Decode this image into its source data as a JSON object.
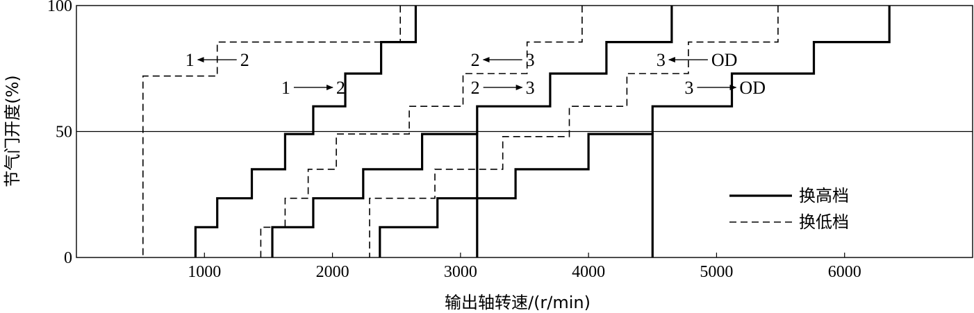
{
  "chart_data": {
    "type": "line",
    "xlabel": "输出轴转速/(r/min)",
    "ylabel": "节气门开度(%)",
    "xlim": [
      0,
      7000
    ],
    "ylim": [
      0,
      100
    ],
    "xticks": [
      1000,
      2000,
      3000,
      4000,
      5000,
      6000
    ],
    "yticks": [
      0,
      50,
      100
    ],
    "hline": 50,
    "grid": false,
    "legend": {
      "position": "bottom-right",
      "entries": [
        {
          "label": "换高档",
          "style": "solid"
        },
        {
          "label": "换低档",
          "style": "dashed"
        }
      ]
    },
    "series": [
      {
        "name": "换高档",
        "style": "solid",
        "group": "1→2",
        "x": [
          2650,
          2650,
          2380,
          2380,
          2100,
          2100,
          1850,
          1850,
          1630,
          1630,
          1370,
          1370,
          1100,
          1100,
          930,
          930
        ],
        "y": [
          100,
          85.5,
          85.5,
          73,
          73,
          60,
          60,
          49,
          49,
          35,
          35,
          23.5,
          23.5,
          12,
          12,
          0
        ]
      },
      {
        "name": "换高档",
        "style": "solid",
        "group": "2→3",
        "x": [
          3130,
          3130,
          3130,
          2700,
          2700,
          2240,
          2240,
          1850,
          1850,
          1530,
          1530
        ],
        "y": [
          0,
          49,
          49,
          49,
          35,
          35,
          23.5,
          23.5,
          12,
          12,
          0
        ]
      },
      {
        "name": "换高档",
        "style": "solid",
        "group": "2→3",
        "x": [
          4650,
          4650,
          4140,
          4140,
          3700,
          3700,
          3130,
          3130
        ],
        "y": [
          100,
          85.5,
          85.5,
          73,
          73,
          60,
          60,
          49
        ]
      },
      {
        "name": "换高档",
        "style": "solid",
        "group": "3→OD",
        "x": [
          4500,
          4500,
          4000,
          4000,
          3430,
          3430,
          2820,
          2820,
          2370,
          2370
        ],
        "y": [
          0,
          49,
          49,
          35,
          35,
          23.5,
          23.5,
          12,
          12,
          0
        ]
      },
      {
        "name": "换高档",
        "style": "solid",
        "group": "3→OD",
        "x": [
          6350,
          6350,
          5760,
          5760,
          5120,
          5120,
          4500,
          4500
        ],
        "y": [
          100,
          85.5,
          85.5,
          73,
          73,
          60,
          60,
          49
        ]
      },
      {
        "name": "换低档",
        "style": "dashed",
        "group": "2→1",
        "x": [
          2530,
          2530,
          1100,
          1100,
          520,
          520
        ],
        "y": [
          100,
          85.5,
          85.5,
          72,
          72,
          0
        ]
      },
      {
        "name": "换低档",
        "style": "dashed",
        "group": "3→2",
        "x": [
          3950,
          3950,
          3520,
          3520,
          3020,
          3020,
          2600,
          2600,
          2030,
          2030,
          1810,
          1810,
          1630,
          1630,
          1440,
          1440
        ],
        "y": [
          100,
          85.5,
          85.5,
          73,
          73,
          60,
          60,
          49,
          49,
          35,
          35,
          23.5,
          23.5,
          12,
          12,
          0
        ]
      },
      {
        "name": "换低档",
        "style": "dashed",
        "group": "OD→3",
        "x": [
          5480,
          5480,
          4780,
          4780,
          4300,
          4300,
          3850,
          3850,
          3330,
          3330,
          2800,
          2800,
          2290,
          2290
        ],
        "y": [
          100,
          85.5,
          85.5,
          73,
          73,
          60,
          60,
          48,
          48,
          35,
          35,
          23.5,
          23.5,
          0
        ]
      }
    ],
    "annotations": [
      {
        "from": "1",
        "to": "2",
        "direction": "left",
        "x": 1100,
        "y": 78.5
      },
      {
        "from": "1",
        "to": "2",
        "direction": "right",
        "x": 1850,
        "y": 67.5
      },
      {
        "from": "2",
        "to": "3",
        "direction": "left",
        "x": 3330,
        "y": 78.5
      },
      {
        "from": "2",
        "to": "3",
        "direction": "right",
        "x": 3330,
        "y": 67.5
      },
      {
        "from": "3",
        "to": "OD",
        "direction": "left",
        "x": 4780,
        "y": 78.5
      },
      {
        "from": "3",
        "to": "OD",
        "direction": "right",
        "x": 5000,
        "y": 67.5
      }
    ]
  }
}
